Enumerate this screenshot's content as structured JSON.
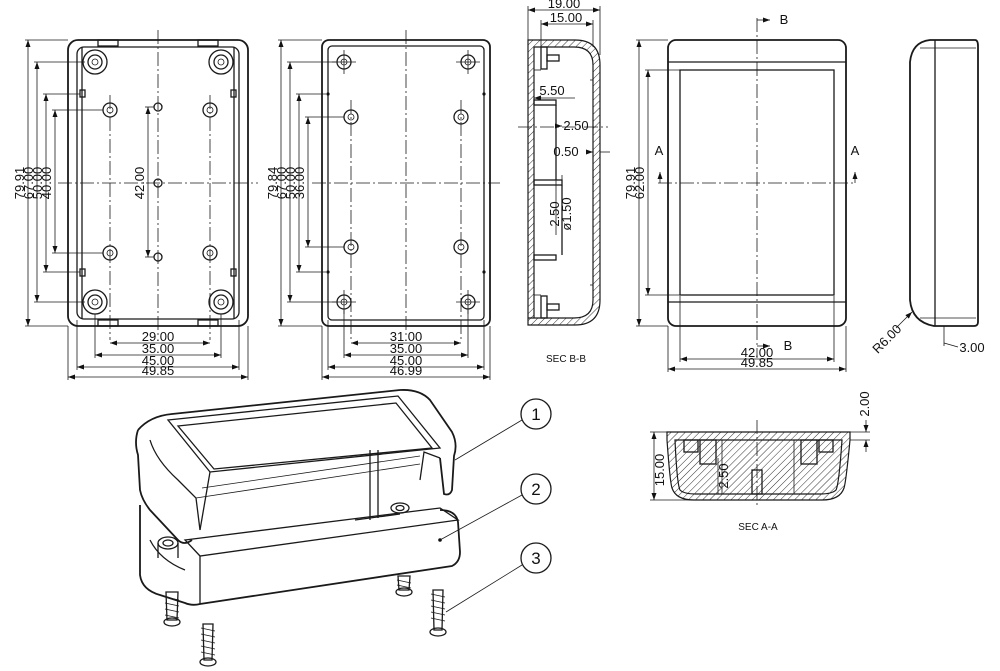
{
  "dimensions": {
    "front_h_total": "79.91",
    "front_h_67": "67.00",
    "front_h_50": "50.00",
    "front_h_40": "40.00",
    "front_h_42": "42.00",
    "front_w_29": "29.00",
    "front_w_35": "35.00",
    "front_w_45": "45.00",
    "front_w_total": "49.85",
    "back_h_total": "79.84",
    "back_h_67": "67.00",
    "back_h_50": "50.00",
    "back_h_36": "36.00",
    "back_w_31": "31.00",
    "back_w_35": "35.00",
    "back_w_45": "45.00",
    "back_w_total": "46.99",
    "sec_w_19": "19.00",
    "sec_w_15": "15.00",
    "sec_5_50": "5.50",
    "sec_2_50a": "2.50",
    "sec_0_50": "0.50",
    "sec_2_50b": "2.50",
    "sec_d1_50": "ø1.50",
    "top_h_total": "79.91",
    "top_h_62": "62.00",
    "top_w_42": "42.00",
    "top_w_total": "49.85",
    "side_r6": "R6.00",
    "side_3": "3.00",
    "aa_2": "2.00",
    "aa_15": "15.00",
    "aa_2_50": "2.50"
  },
  "labels": {
    "sec_bb": "SEC B-B",
    "sec_aa": "SEC A-A",
    "cut_a": "A",
    "cut_b": "B"
  },
  "balloons": [
    "1",
    "2",
    "3"
  ]
}
